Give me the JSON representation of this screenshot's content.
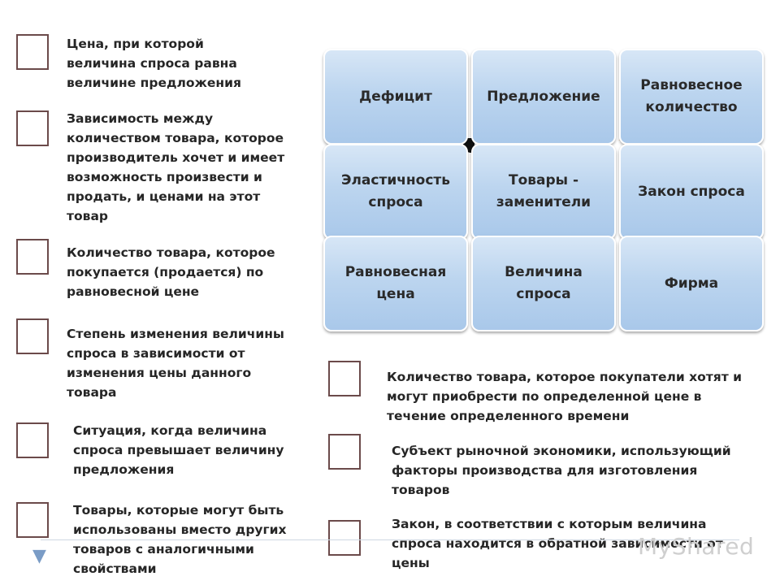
{
  "definitions_left": [
    {
      "text": "Цена, при которой величина спроса равна величине предложения"
    },
    {
      "text": "Зависимость между количеством товара, которое производитель хочет и имеет возможность произвести и продать, и ценами на этот товар"
    },
    {
      "text": "Количество товара, которое покупается (продается) по равновесной цене"
    },
    {
      "text": "Степень изменения величины спроса в зависимости от изменения цены данного товара"
    },
    {
      "text": "Ситуация, когда величина спроса превышает величину предложения"
    },
    {
      "text": "Товары, которые могут быть использованы вместо других товаров с аналогичными свойствами"
    }
  ],
  "definitions_right": [
    {
      "text": "Количество товара, которое покупатели хотят и могут приобрести по определенной цене в течение определенного времени"
    },
    {
      "text": "Субъект рыночной экономики, использующий факторы производства для изготовления товаров"
    },
    {
      "text": "Закон, в соответствии с которым величина спроса находится в обратной зависимости от цены"
    }
  ],
  "terms": [
    "Дефицит",
    "Предложение",
    "Равновесное количество",
    "Эластичность спроса",
    "Товары - заменители",
    "Закон спроса",
    "Равновесная цена",
    "Величина спроса",
    "Фирма"
  ],
  "watermark": "MyShared",
  "bullet_icon": "triangle-bullet-icon",
  "colors": {
    "card": "#bcd5ef",
    "checkbox_border": "#6b4a4a",
    "accent_orange": "#e9892c"
  }
}
